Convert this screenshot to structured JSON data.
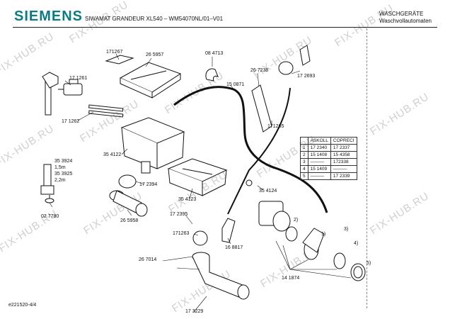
{
  "header": {
    "brand": "SIEMENS",
    "model": "SIWAMAT GRANDEUR XL540 – WM54070NL/01–V01",
    "category_line1": "WASCHGERÄTE",
    "category_line2": "Waschvollautomaten"
  },
  "parts": {
    "p171267": "171267",
    "p265957": "26 5957",
    "p084713": "08 4713",
    "p267238": "26 7238",
    "p172693": "17 2693",
    "p171261": "17 1261",
    "p150871": "15 0871",
    "p171262": "17 1262",
    "p171265": "171265",
    "p354122": "35 4122",
    "p353924": "35 3924",
    "p15m": "1,5m",
    "p353925": "35 3925",
    "p22m": "2,2m",
    "p172394": "17 2394",
    "p354123": "35 4123",
    "p354124": "35 4124",
    "p027780": "02 7780",
    "p265958": "26 5958",
    "p172395": "17 2395",
    "p171263": "171263",
    "p168817": "16 8817",
    "p267014": "26 7014",
    "p173229": "17 3229",
    "p141874": "14 1874",
    "c1": "1)",
    "c2": "2)",
    "c3": "3)",
    "c4": "4)",
    "c5": "5)"
  },
  "table": {
    "headers": [
      "",
      "ASKOLL",
      "COPRECI"
    ],
    "rows": [
      [
        "1",
        "17 2340",
        "17 2337"
      ],
      [
        "2",
        "15 1408",
        "15 4358"
      ],
      [
        "3",
        "———",
        "172338"
      ],
      [
        "4",
        "15 1409",
        "———"
      ],
      [
        "5",
        "———",
        "17 2339"
      ]
    ]
  },
  "footer": {
    "code": "e221520-4/4"
  },
  "watermark": {
    "text": "FIX-HUB.RU"
  }
}
